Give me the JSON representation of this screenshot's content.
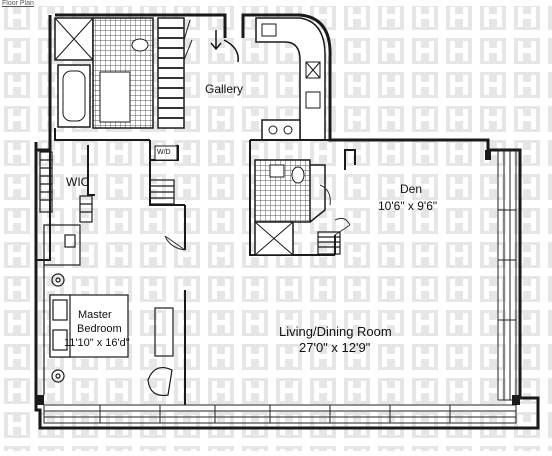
{
  "header_note": "Floor Plan",
  "watermark": {
    "name": "logo-watermark",
    "color": "#d4d4d4"
  },
  "colors": {
    "wall": "#1a1a1a",
    "tile": "#7a7a7a",
    "line": "#222222"
  },
  "rooms": {
    "gallery": {
      "label": "Gallery"
    },
    "wic": {
      "label": "WIC"
    },
    "den": {
      "label": "Den",
      "dims": "10'6\" x 9'6\""
    },
    "living": {
      "label": "Living/Dining Room",
      "dims": "27'0\" x 12'9\""
    },
    "master": {
      "line1": "Master",
      "line2": "Bedroom",
      "dims": "11'10\" x 16'd\""
    }
  },
  "fixtures": {
    "wd": "W/D"
  }
}
